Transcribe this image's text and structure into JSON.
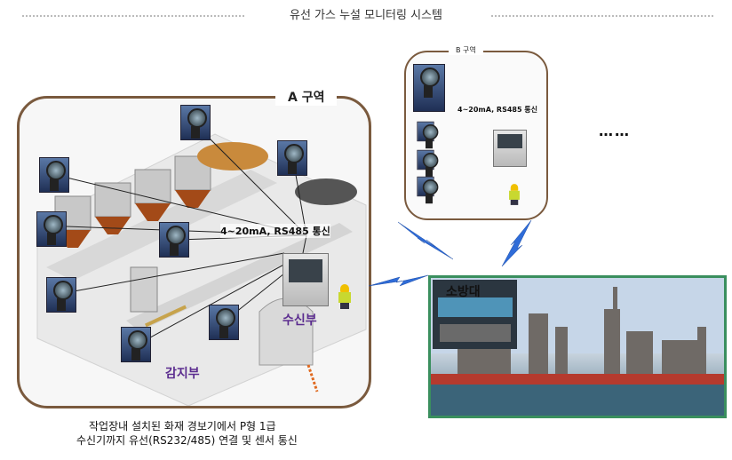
{
  "title": "유선 가스 누설 모니터링 시스템",
  "zone_a": {
    "label": "A 구역",
    "comm_label": "4~20mA, RS485 통신",
    "receiver_label": "수신부",
    "detector_label": "감지부"
  },
  "zone_b": {
    "label": "B 구역",
    "comm_label": "4~20mA, RS485 통신"
  },
  "more_indicator": "……",
  "fire_station": {
    "label": "소방대"
  },
  "caption": {
    "line1": "작업장내 설치된 화재 경보기에서 P형 1급",
    "line2": "수신기까지 유선(RS232/485) 연결 및 센서 통신"
  },
  "colors": {
    "zone_border": "#7a5a3e",
    "fire_border": "#3a8f5e",
    "label_purple": "#5b2c8f",
    "wireless_blue": "#2f6cd8"
  }
}
